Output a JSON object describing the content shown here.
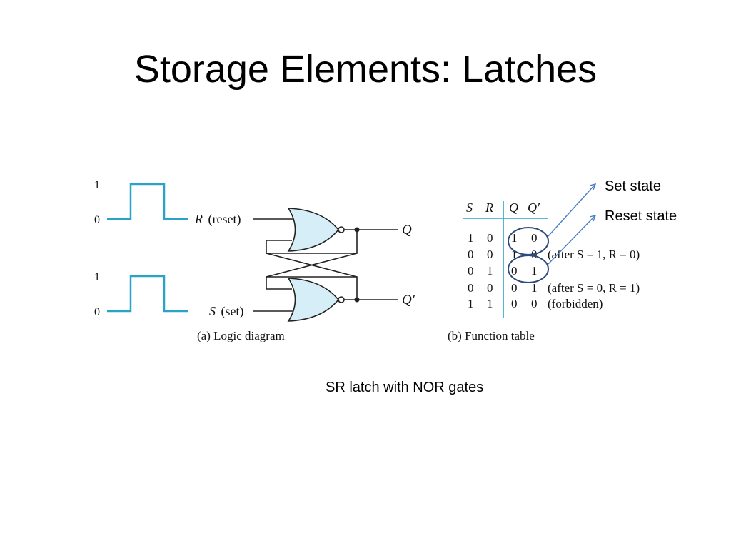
{
  "slide": {
    "title": "Storage Elements: Latches",
    "caption": "SR latch with NOR gates"
  },
  "callouts": {
    "set_state": "Set state",
    "reset_state": "Reset state"
  },
  "logic_diagram": {
    "waveform_high_label": "1",
    "waveform_low_label": "0",
    "r_input": {
      "name": "R",
      "desc": "(reset)"
    },
    "s_input": {
      "name": "S",
      "desc": "(set)"
    },
    "q_output": "Q",
    "q_bar_output": "Q′",
    "caption": "(a) Logic diagram"
  },
  "function_table": {
    "headers": [
      "S",
      "R",
      "Q",
      "Q′"
    ],
    "rows": [
      {
        "s": "1",
        "r": "0",
        "q": "1",
        "qb": "0",
        "note": ""
      },
      {
        "s": "0",
        "r": "0",
        "q": "1",
        "qb": "0",
        "note": "(after S = 1, R = 0)"
      },
      {
        "s": "0",
        "r": "1",
        "q": "0",
        "qb": "1",
        "note": ""
      },
      {
        "s": "0",
        "r": "0",
        "q": "0",
        "qb": "1",
        "note": "(after S = 0, R = 1)"
      },
      {
        "s": "1",
        "r": "1",
        "q": "0",
        "qb": "0",
        "note": "(forbidden)"
      }
    ],
    "caption": "(b) Function table"
  },
  "colors": {
    "waveform": "#29a3c7",
    "gate_fill": "#d6eef8",
    "highlight_ellipse": "#2e4a7a",
    "callout_arrow": "#4a7fc1"
  }
}
